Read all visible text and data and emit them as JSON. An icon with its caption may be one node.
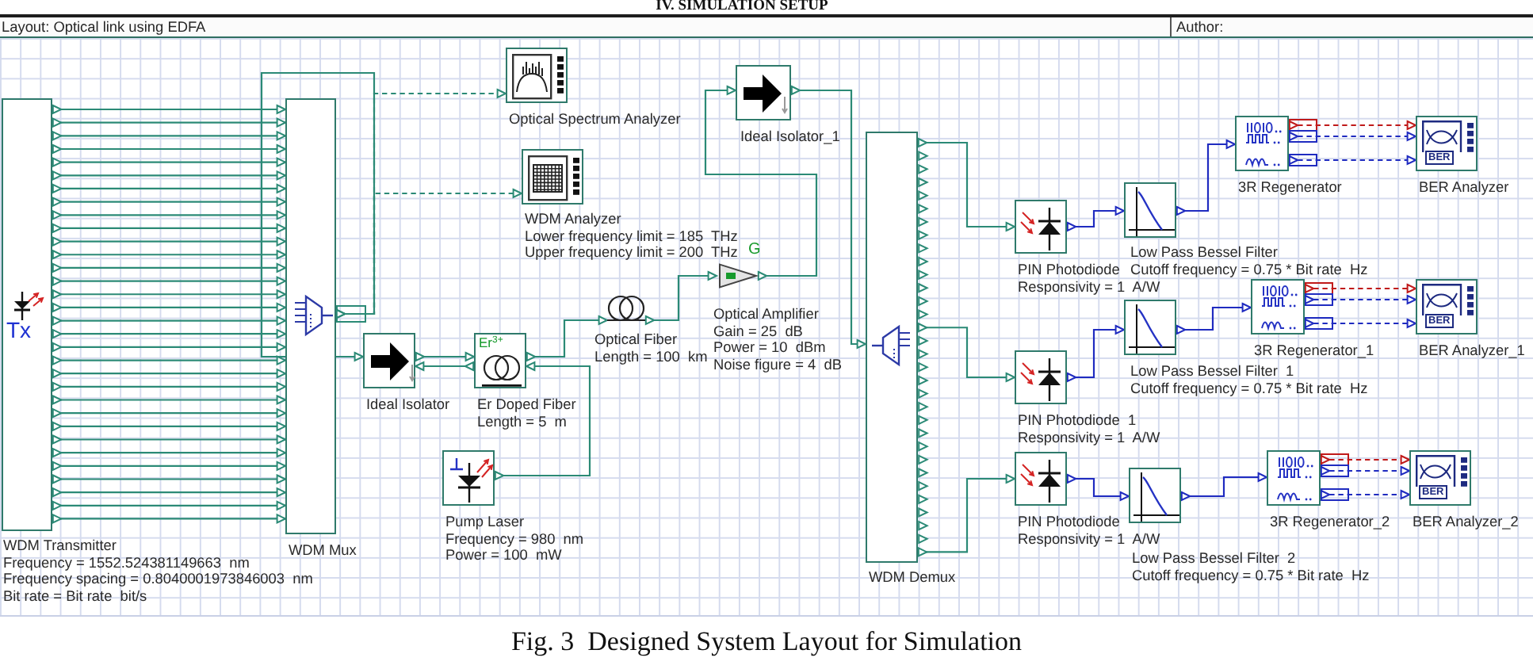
{
  "diagram": {
    "caption": "Fig. 3  Designed System Layout for Simulation",
    "labels": [
      "IV. SIMULATION SETUP",
      "Layout: Optical link using EDFA",
      "Author:"
    ],
    "nodes": [
      {
        "text": [
          "Tx",
          "WDM Transmitter",
          "Frequency = 1552.524381149663  nm",
          "Frequency spacing = 0.8040001973846003  nm",
          "Bit rate = Bit rate  bit/s"
        ]
      },
      {
        "text": [
          "WDM Mux"
        ]
      },
      {
        "text": [
          "Optical Spectrum Analyzer"
        ]
      },
      {
        "text": [
          "WDM Analyzer",
          "Lower frequency limit = 185  THz",
          "Upper frequency limit = 200  THz"
        ]
      },
      {
        "text": [
          "Ideal Isolator"
        ]
      },
      {
        "text": [
          "Er$^{3+}$",
          "Er Doped Fiber",
          "Length = 5  m"
        ]
      },
      {
        "text": [
          "Pump Laser",
          "Frequency = 980  nm",
          "Power = 100  mW"
        ]
      },
      {
        "text": [
          "Optical Fiber",
          "Length = 100  km"
        ]
      },
      {
        "text": [
          "Optical Amplifier",
          "Gain = 25  dB",
          "Power = 10  dBm",
          "Noise figure = 4  dB"
        ],
        "beside": [
          "G"
        ]
      },
      {
        "text": [
          "Ideal Isolator_1"
        ]
      },
      {
        "text": [
          "WDM Demux"
        ]
      },
      {
        "text": [
          "PIN Photodiode",
          "Responsivity = 1  A/W"
        ]
      },
      {
        "text": [
          "Low Pass Bessel Filter",
          "Cutoff frequency = 0.75 * Bit rate  Hz"
        ]
      },
      {
        "text": [
          "3R Regenerator"
        ]
      },
      {
        "text": [
          "BER",
          "BER Analyzer"
        ]
      },
      {
        "text": [
          "PIN Photodiode  1",
          "Responsivity = 1  A/W"
        ]
      },
      {
        "text": [
          "Low Pass Bessel Filter  1",
          "Cutoff frequency = 0.75 * Bit rate  Hz"
        ]
      },
      {
        "text": [
          "3R Regenerator_1"
        ]
      },
      {
        "text": [
          "BER",
          "BER Analyzer_1"
        ]
      },
      {
        "text": [
          "PIN Photodiode",
          "Responsivity = 1  A/W"
        ]
      },
      {
        "text": [
          "Low Pass Bessel Filter  2",
          "Cutoff frequency = 0.75 * Bit rate  Hz"
        ]
      },
      {
        "text": [
          "3R Regenerator_2"
        ]
      },
      {
        "text": [
          "BER",
          "BER Analyzer_2"
        ]
      }
    ],
    "edges": [
      {
        "from": 0,
        "to": 1,
        "arrow": "to"
      },
      {
        "from": 0,
        "to": 1,
        "arrow": "to"
      },
      {
        "from": 0,
        "to": 1,
        "arrow": "to"
      },
      {
        "from": 0,
        "to": 1,
        "arrow": "to"
      },
      {
        "from": 0,
        "to": 1,
        "arrow": "to"
      },
      {
        "from": 0,
        "to": 1,
        "arrow": "to"
      },
      {
        "from": 0,
        "to": 1,
        "arrow": "to"
      },
      {
        "from": 0,
        "to": 1,
        "arrow": "to"
      },
      {
        "from": 0,
        "to": 1,
        "arrow": "to"
      },
      {
        "from": 0,
        "to": 1,
        "arrow": "to"
      },
      {
        "from": 0,
        "to": 1,
        "arrow": "to"
      },
      {
        "from": 0,
        "to": 1,
        "arrow": "to"
      },
      {
        "from": 0,
        "to": 1,
        "arrow": "to"
      },
      {
        "from": 0,
        "to": 1,
        "arrow": "to"
      },
      {
        "from": 0,
        "to": 1,
        "arrow": "to"
      },
      {
        "from": 0,
        "to": 1,
        "arrow": "to"
      },
      {
        "from": 0,
        "to": 1,
        "arrow": "to"
      },
      {
        "from": 0,
        "to": 1,
        "arrow": "to"
      },
      {
        "from": 0,
        "to": 1,
        "arrow": "to"
      },
      {
        "from": 0,
        "to": 1,
        "arrow": "to"
      },
      {
        "from": 0,
        "to": 1,
        "arrow": "to"
      },
      {
        "from": 0,
        "to": 1,
        "arrow": "to"
      },
      {
        "from": 0,
        "to": 1,
        "arrow": "to"
      },
      {
        "from": 0,
        "to": 1,
        "arrow": "to"
      },
      {
        "from": 0,
        "to": 1,
        "arrow": "to"
      },
      {
        "from": 0,
        "to": 1,
        "arrow": "to"
      },
      {
        "from": 0,
        "to": 1,
        "arrow": "to"
      },
      {
        "from": 0,
        "to": 1,
        "arrow": "to"
      },
      {
        "from": 0,
        "to": 1,
        "arrow": "to"
      },
      {
        "from": 0,
        "to": 1,
        "arrow": "to"
      },
      {
        "from": 0,
        "to": 1,
        "arrow": "to"
      },
      {
        "from": 0,
        "to": 1,
        "arrow": "to"
      },
      {
        "from": 1,
        "to": 2,
        "arrow": "to",
        "style": "dashed"
      },
      {
        "from": 1,
        "to": 3,
        "arrow": "to",
        "style": "dashed"
      },
      {
        "from": 1,
        "to": 4,
        "arrow": "to"
      },
      {
        "from": 4,
        "to": 5,
        "arrow": "to"
      },
      {
        "from": 5,
        "to": 4,
        "arrow": "to"
      },
      {
        "from": 6,
        "to": 5,
        "arrow": "to"
      },
      {
        "from": 5,
        "to": 7,
        "arrow": "to"
      },
      {
        "from": 7,
        "to": 8,
        "arrow": "to"
      },
      {
        "from": 8,
        "to": 9,
        "arrow": "to"
      },
      {
        "from": 9,
        "to": 10,
        "arrow": "to"
      },
      {
        "from": 10,
        "to": 11,
        "arrow": "to"
      },
      {
        "from": 10,
        "to": 15,
        "arrow": "to"
      },
      {
        "from": 10,
        "to": 19,
        "arrow": "to"
      },
      {
        "from": 11,
        "to": 12,
        "arrow": "to",
        "color": "#1f2bc0"
      },
      {
        "from": 12,
        "to": 13,
        "arrow": "to",
        "color": "#1f2bc0"
      },
      {
        "from": 13,
        "to": 14,
        "arrow": "to",
        "style": "dashed",
        "color": "#c01a1a"
      },
      {
        "from": 13,
        "to": 14,
        "arrow": "to",
        "style": "dashed",
        "color": "#1f2bc0"
      },
      {
        "from": 13,
        "to": 14,
        "arrow": "to",
        "style": "dashed",
        "color": "#1f2bc0"
      },
      {
        "from": 15,
        "to": 16,
        "arrow": "to",
        "color": "#1f2bc0"
      },
      {
        "from": 16,
        "to": 17,
        "arrow": "to",
        "color": "#1f2bc0"
      },
      {
        "from": 17,
        "to": 18,
        "arrow": "to",
        "style": "dashed",
        "color": "#c01a1a"
      },
      {
        "from": 17,
        "to": 18,
        "arrow": "to",
        "style": "dashed",
        "color": "#1f2bc0"
      },
      {
        "from": 17,
        "to": 18,
        "arrow": "to",
        "style": "dashed",
        "color": "#1f2bc0"
      },
      {
        "from": 19,
        "to": 20,
        "arrow": "to",
        "color": "#1f2bc0"
      },
      {
        "from": 20,
        "to": 21,
        "arrow": "to",
        "color": "#1f2bc0"
      },
      {
        "from": 21,
        "to": 22,
        "arrow": "to",
        "style": "dashed",
        "color": "#c01a1a"
      },
      {
        "from": 21,
        "to": 22,
        "arrow": "to",
        "style": "dashed",
        "color": "#1f2bc0"
      },
      {
        "from": 21,
        "to": 22,
        "arrow": "to",
        "style": "dashed",
        "color": "#1f2bc0"
      }
    ]
  }
}
